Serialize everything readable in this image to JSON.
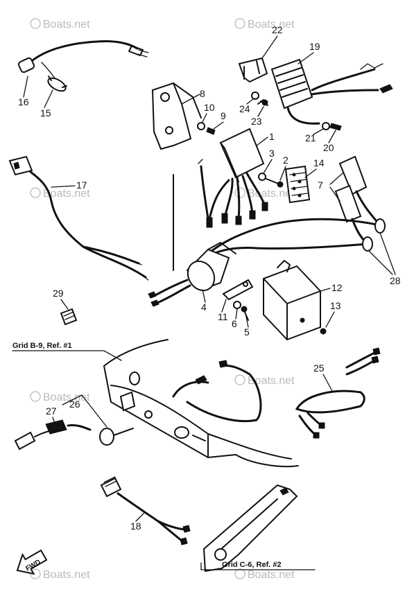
{
  "watermark": "Boats.net",
  "watermark_symbol": "©",
  "part_numbers": {
    "p1": "1",
    "p2": "2",
    "p3": "3",
    "p4": "4",
    "p5": "5",
    "p6": "6",
    "p7": "7",
    "p8": "8",
    "p9": "9",
    "p10": "10",
    "p11": "11",
    "p12": "12",
    "p13": "13",
    "p14": "14",
    "p15": "15",
    "p16": "16",
    "p17": "17",
    "p18": "18",
    "p19": "19",
    "p20": "20",
    "p21": "21",
    "p22": "22",
    "p23": "23",
    "p24": "24",
    "p25": "25",
    "p26": "26",
    "p27": "27",
    "p28": "28",
    "p29": "29"
  },
  "references": {
    "grid_b9": "Grid B-9, Ref. #1",
    "grid_c6": "Grid C-6, Ref. #2"
  },
  "direction_label": "FWD"
}
